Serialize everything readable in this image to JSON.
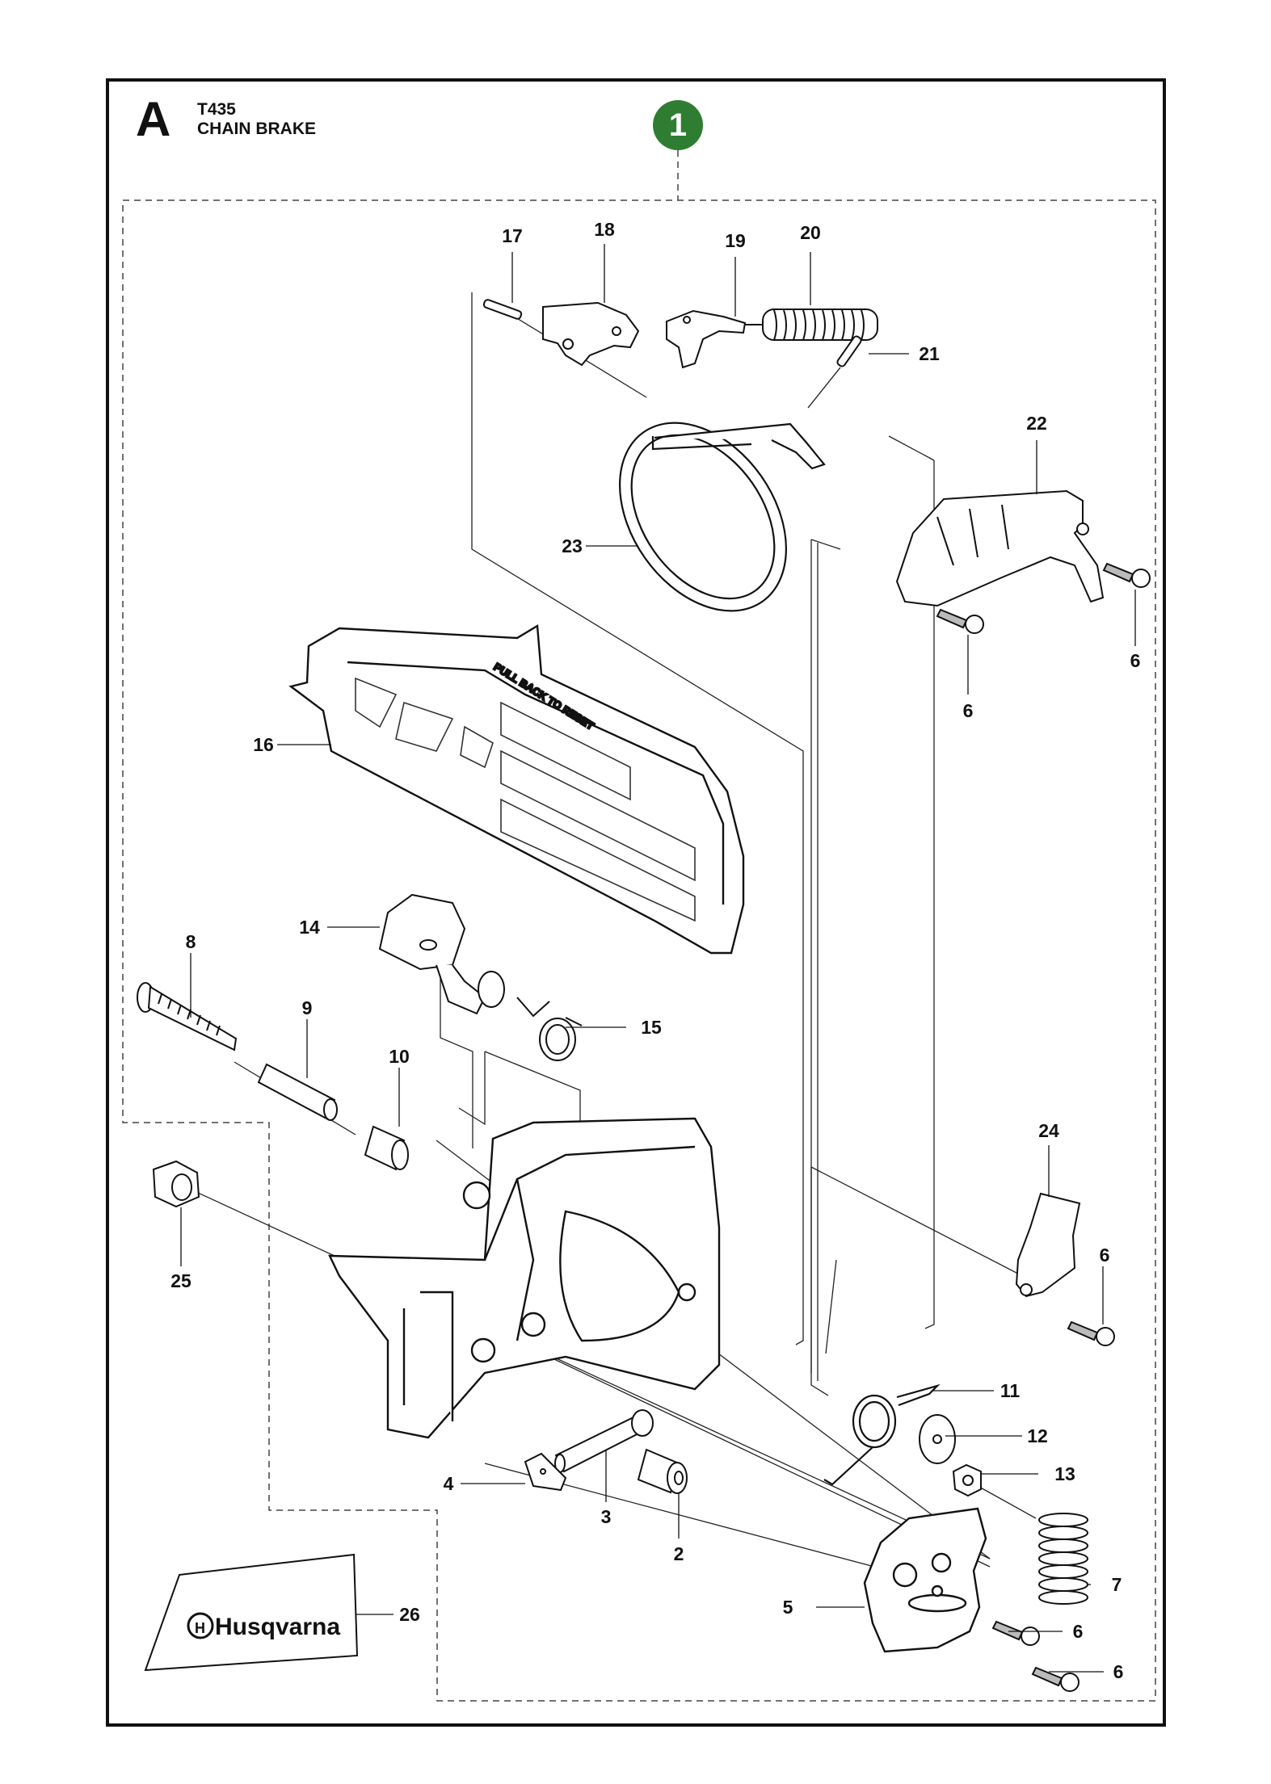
{
  "header": {
    "section": "A",
    "model": "T435",
    "title": "CHAIN BRAKE",
    "badge": "1"
  },
  "accent_color": "#2e7d32",
  "callouts": {
    "p2": "2",
    "p3": "3",
    "p4": "4",
    "p5": "5",
    "p6a": "6",
    "p6b": "6",
    "p6c": "6",
    "p6d": "6",
    "p6e": "6",
    "p7": "7",
    "p8": "8",
    "p9": "9",
    "p10": "10",
    "p11": "11",
    "p12": "12",
    "p13": "13",
    "p14": "14",
    "p15": "15",
    "p16": "16",
    "p17": "17",
    "p18": "18",
    "p19": "19",
    "p20": "20",
    "p21": "21",
    "p22": "22",
    "p23": "23",
    "p24": "24",
    "p25": "25",
    "p26": "26"
  },
  "labels": {
    "handguard_text": "PULL BACK TO RESET",
    "decal_brand": "Husqvarna"
  },
  "icons": [
    "parts-badge-icon",
    "husqvarna-logo-icon"
  ]
}
